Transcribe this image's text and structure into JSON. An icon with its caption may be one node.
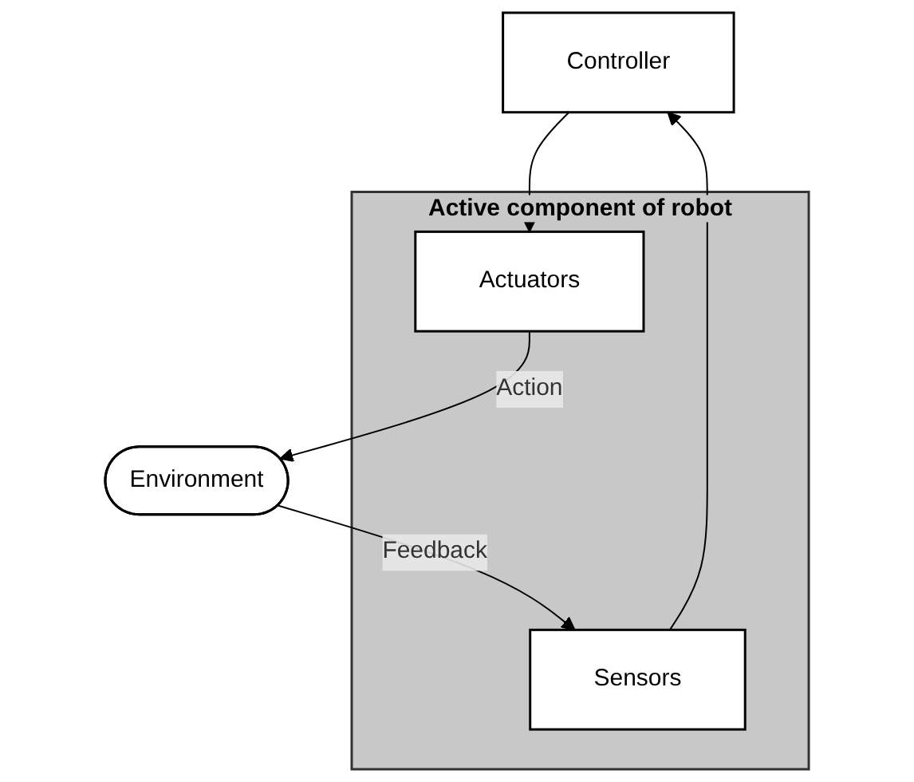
{
  "diagram": {
    "nodes": [
      {
        "text": [
          "Controller"
        ]
      },
      {
        "text": [
          "Active component of robot"
        ]
      },
      {
        "text": [
          "Actuators"
        ],
        "in": 1
      },
      {
        "text": [
          "Sensors"
        ],
        "in": 1
      },
      {
        "text": [
          "Environment"
        ]
      }
    ],
    "edges": [
      {
        "from": 0,
        "to": 2,
        "arrow": "to"
      },
      {
        "from": 3,
        "to": 0,
        "arrow": "to"
      },
      {
        "from": 2,
        "to": 4,
        "label": "Action",
        "arrow": "to"
      },
      {
        "from": 4,
        "to": 3,
        "label": "Feedback",
        "arrow": "to"
      }
    ]
  }
}
